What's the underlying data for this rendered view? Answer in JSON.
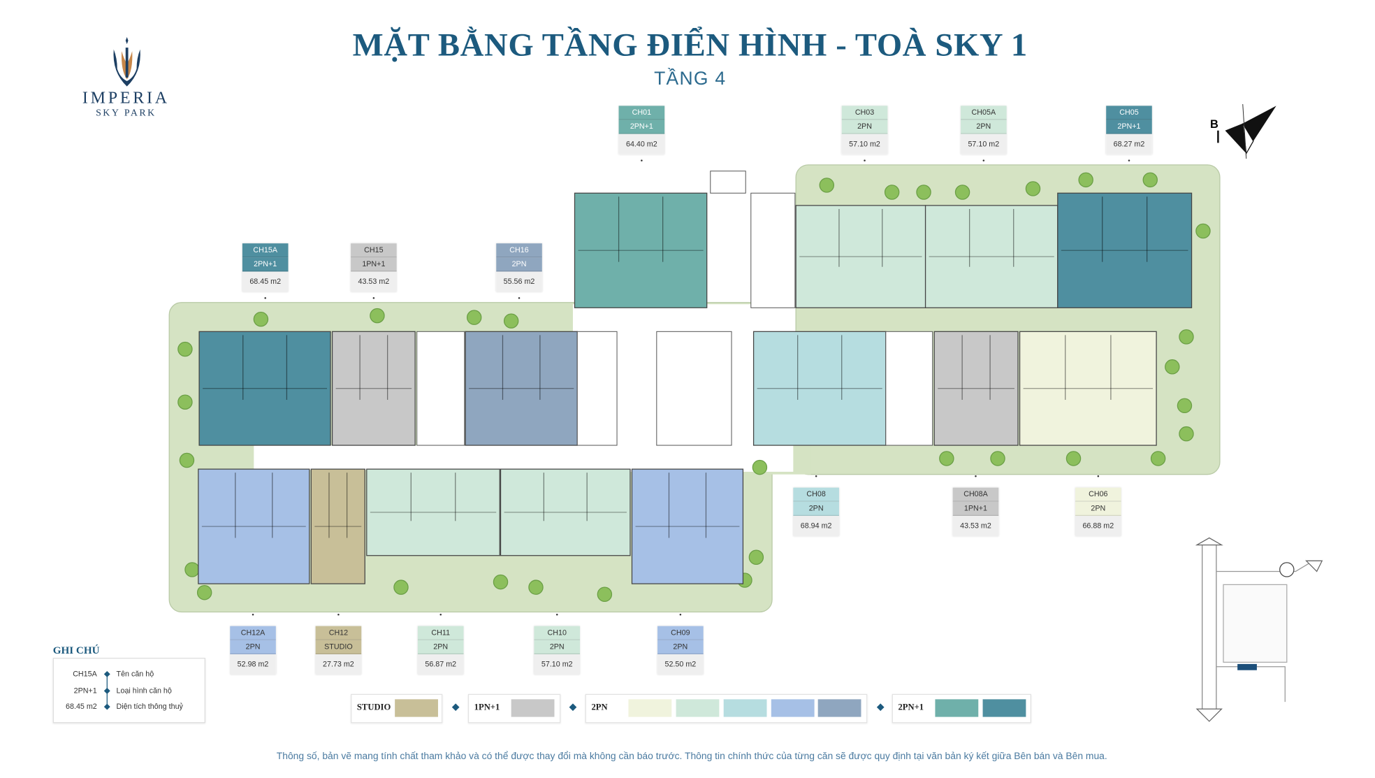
{
  "header": {
    "title": "MẶT BẰNG TẦNG ĐIỂN HÌNH - TOÀ SKY 1",
    "subtitle": "TẦNG 4"
  },
  "logo": {
    "name": "IMPERIA",
    "tagline": "SKY PARK"
  },
  "compass": {
    "label": "B"
  },
  "units": [
    {
      "id": "CH01",
      "type": "2PN+1",
      "area": "64.40 m2",
      "color": "#6fb0aa",
      "text": "#fff"
    },
    {
      "id": "CH03",
      "type": "2PN",
      "area": "57.10 m2",
      "color": "#cfe8da",
      "text": "#333"
    },
    {
      "id": "CH05A",
      "type": "2PN",
      "area": "57.10 m2",
      "color": "#cfe8da",
      "text": "#333"
    },
    {
      "id": "CH05",
      "type": "2PN+1",
      "area": "68.27 m2",
      "color": "#4f8fa0",
      "text": "#fff"
    },
    {
      "id": "CH15A",
      "type": "2PN+1",
      "area": "68.45 m2",
      "color": "#4f8fa0",
      "text": "#fff"
    },
    {
      "id": "CH15",
      "type": "1PN+1",
      "area": "43.53 m2",
      "color": "#c8c8c8",
      "text": "#333"
    },
    {
      "id": "CH16",
      "type": "2PN",
      "area": "55.56 m2",
      "color": "#8fa6bf",
      "text": "#fff"
    },
    {
      "id": "CH08",
      "type": "2PN",
      "area": "68.94 m2",
      "color": "#b6dde0",
      "text": "#333"
    },
    {
      "id": "CH08A",
      "type": "1PN+1",
      "area": "43.53 m2",
      "color": "#c8c8c8",
      "text": "#333"
    },
    {
      "id": "CH06",
      "type": "2PN",
      "area": "66.88 m2",
      "color": "#f0f3dd",
      "text": "#333"
    },
    {
      "id": "CH12A",
      "type": "2PN",
      "area": "52.98 m2",
      "color": "#a6c0e6",
      "text": "#333"
    },
    {
      "id": "CH12",
      "type": "STUDIO",
      "area": "27.73 m2",
      "color": "#c8bf98",
      "text": "#333"
    },
    {
      "id": "CH11",
      "type": "2PN",
      "area": "56.87 m2",
      "color": "#cfe8da",
      "text": "#333"
    },
    {
      "id": "CH10",
      "type": "2PN",
      "area": "57.10 m2",
      "color": "#cfe8da",
      "text": "#333"
    },
    {
      "id": "CH09",
      "type": "2PN",
      "area": "52.50 m2",
      "color": "#a6c0e6",
      "text": "#333"
    }
  ],
  "notes": {
    "title": "GHI CHÚ",
    "rows": [
      {
        "key": "CH15A",
        "value": "Tên căn hộ"
      },
      {
        "key": "2PN+1",
        "value": "Loại hình căn hộ"
      },
      {
        "key": "68.45 m2",
        "value": "Diện tích thông thuỷ"
      }
    ]
  },
  "legend": [
    {
      "label": "STUDIO",
      "colors": [
        "#c8bf98"
      ]
    },
    {
      "label": "1PN+1",
      "colors": [
        "#c8c8c8"
      ]
    },
    {
      "label": "2PN",
      "colors": [
        "#f0f3dd",
        "#cfe8da",
        "#b6dde0",
        "#a6c0e6",
        "#8fa6bf"
      ]
    },
    {
      "label": "2PN+1",
      "colors": [
        "#6fb0aa",
        "#4f8fa0"
      ]
    }
  ],
  "footnote": "Thông số, bản vẽ mang tính chất tham khảo và có thể được thay đổi mà không cần báo trước. Thông tin chính thức của từng căn sẽ được quy định tại văn bản ký kết giữa Bên bán và Bên mua."
}
